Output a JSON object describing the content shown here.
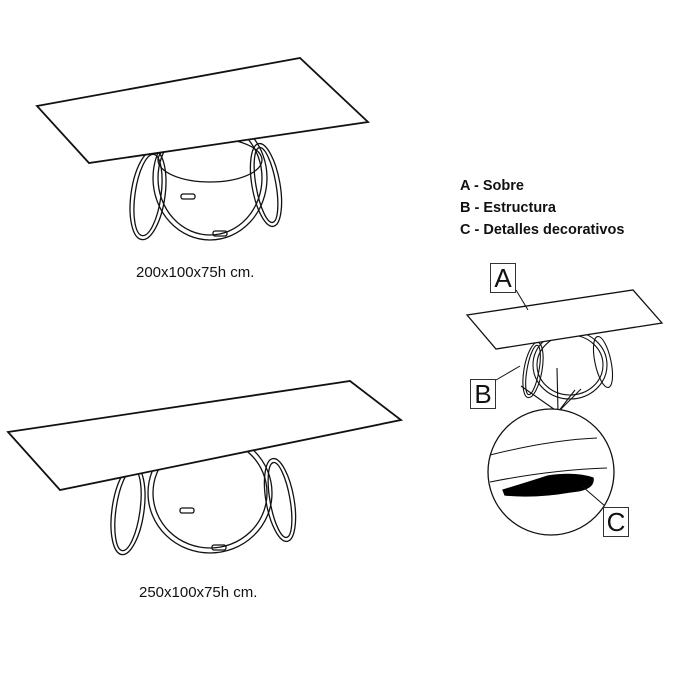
{
  "tables": [
    {
      "dimensions": "200x100x75h cm."
    },
    {
      "dimensions": "250x100x75h cm."
    }
  ],
  "legend": [
    "A - Sobre",
    "B - Estructura",
    "C - Detalles decorativos"
  ],
  "callouts": {
    "a": "A",
    "b": "B",
    "c": "C"
  }
}
